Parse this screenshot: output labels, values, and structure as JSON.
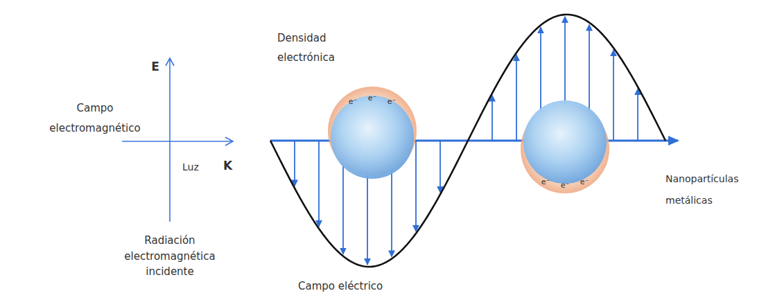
{
  "diagram": {
    "labels": [
      "Densidad electrónica",
      "E",
      "Campo electromagnético",
      "e⁻",
      "e⁻",
      "e⁻",
      "Luz",
      "K",
      "Nanopartículas metálicas",
      "e⁻",
      "e⁻",
      "e⁻",
      "Radiación electromagnética incidente",
      "Campo eléctrico"
    ]
  }
}
